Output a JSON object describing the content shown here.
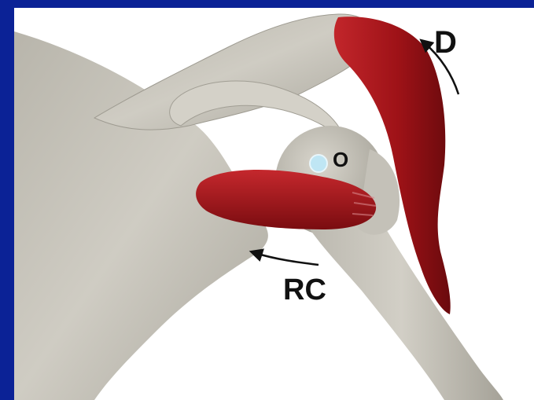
{
  "diagram": {
    "labels": {
      "deltoid": "D",
      "rotator_cuff": "RC",
      "center_of_rotation": "O"
    },
    "colors": {
      "frame": "#0b2296",
      "bone": "#c9c6bc",
      "bone_shadow": "#a9a69c",
      "muscle": "#a4161b",
      "muscle_dark": "#6e0b0e",
      "pivot_point": "#bfe6f4"
    }
  }
}
